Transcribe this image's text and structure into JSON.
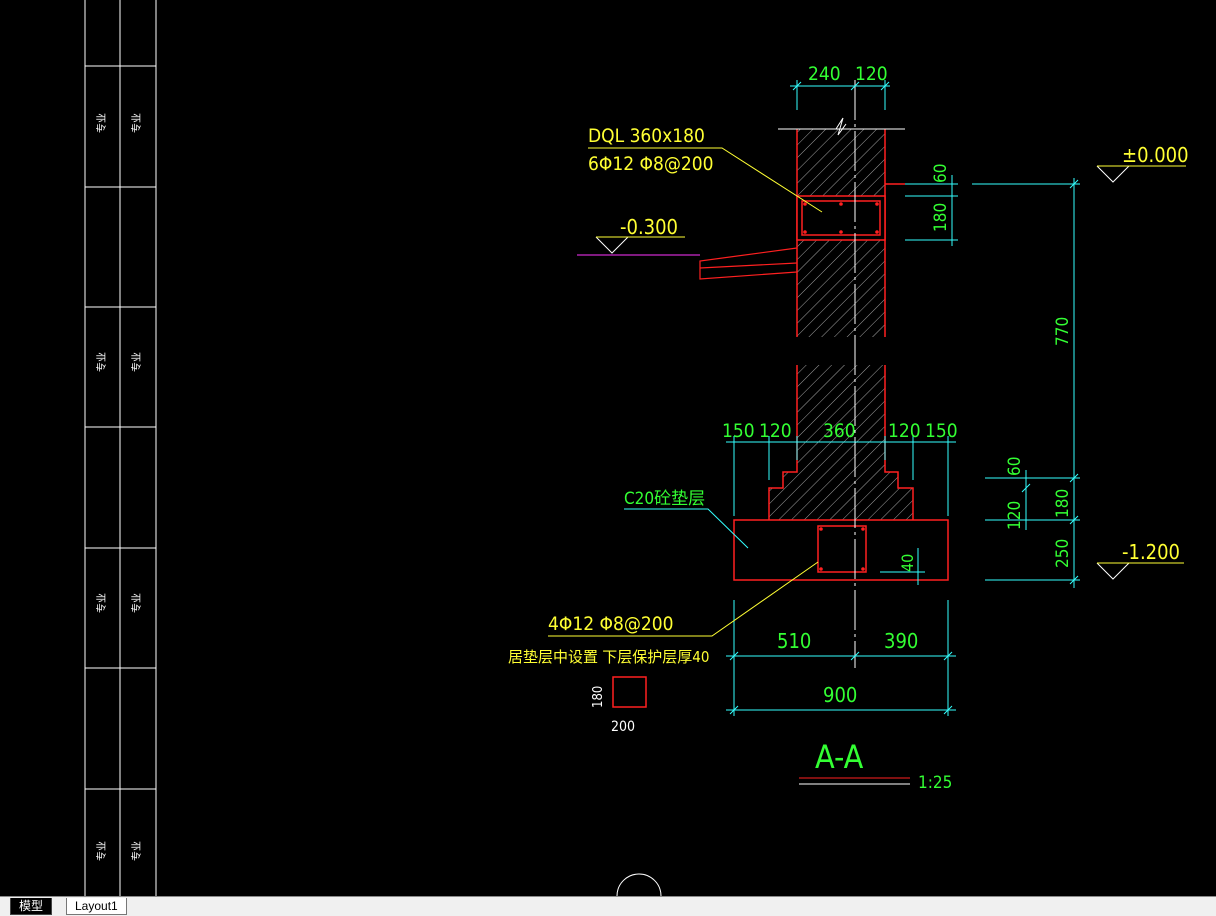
{
  "colors": {
    "background": "#000000",
    "wall_outline": "#ff2020",
    "dimension": "#33ffff",
    "dimension_text": "#33ff33",
    "label_text": "#ffff33",
    "centerline": "#ffffff",
    "elevation_line": "#ff33ff",
    "tab_bar": "#f0f0f0"
  },
  "title_block": {
    "cell_label": "专业"
  },
  "section": {
    "top_dims": {
      "left": "240",
      "right": "120"
    },
    "beam_label": {
      "line1": "DQL 360x180",
      "line2": "6Φ12 Φ8@200"
    },
    "elevation_zero": "±0.000",
    "elevation_slab": "-0.300",
    "elevation_bottom": "-1.200",
    "right_dims": {
      "d60": "60",
      "d180": "180",
      "d770": "770"
    },
    "footing_dims": {
      "a": "150",
      "b": "120",
      "c": "360",
      "d": "120",
      "e": "150"
    },
    "cushion_label": "C20砼垫层",
    "small_dims": {
      "d60": "60",
      "d120": "120",
      "d180": "180",
      "d250": "250",
      "d40": "40"
    },
    "rebar_label": {
      "line1": "4Φ12 Φ8@200",
      "line2": "居垫层中设置 下层保护层厚40"
    },
    "small_section": {
      "height": "180",
      "width": "200"
    },
    "bottom_dims": {
      "left": "510",
      "right": "390",
      "total": "900"
    },
    "title": "A-A",
    "scale": "1:25"
  },
  "tabs": [
    {
      "label": "模型"
    },
    {
      "label": "Layout1"
    }
  ]
}
